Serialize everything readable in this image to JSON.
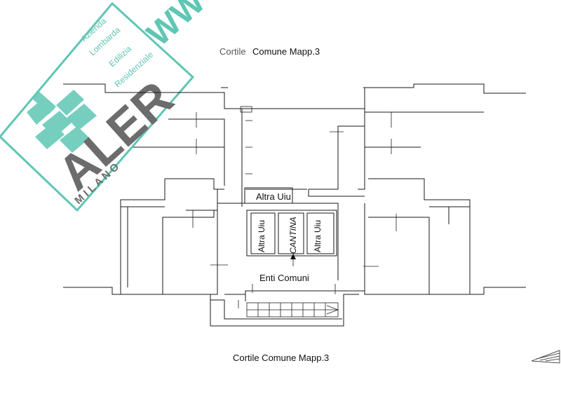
{
  "labels": {
    "top_courtyard_a": "Cortile",
    "top_courtyard_b": "Comune Mapp.3",
    "bottom_courtyard": "Cortile Comune Mapp.3",
    "other_unit_top": "Altra Uiu",
    "other_unit_left": "Altra Uiu",
    "cellar": "CANTINA",
    "other_unit_right": "Altra Uiu",
    "common_entities": "Enti Comuni"
  },
  "watermark": {
    "line1": "Azienda",
    "line2": "Lombarda",
    "line3": "Edilizia",
    "line4": "Residenziale",
    "logo": "ALER",
    "city": "M I L A N O",
    "url_fragment": "WW",
    "color": "#5fc6b4"
  },
  "colors": {
    "walls": "#1a1a1a",
    "text": "#111111",
    "watermark": "#5fc6b4",
    "logo_grey": "#6c6c6c"
  },
  "icons": {
    "north_arrow": "north-arrow-icon",
    "entry_arrow": "entry-arrow-icon"
  }
}
